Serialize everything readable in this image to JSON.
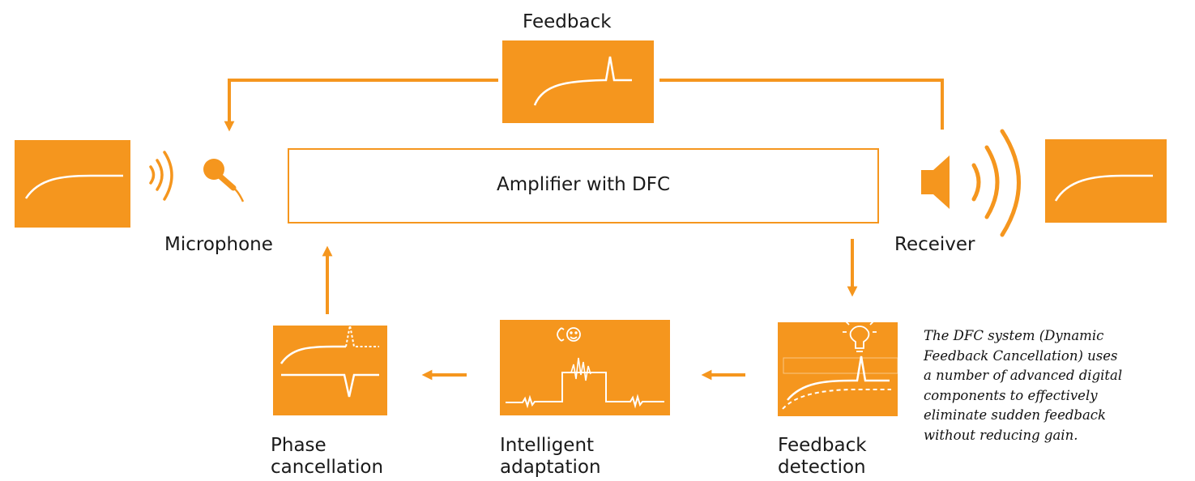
{
  "colors": {
    "accent": "#F5961E",
    "panel_line": "#ffffff",
    "text": "#1a1a1a"
  },
  "labels": {
    "feedback": "Feedback",
    "amplifier": "Amplifier with DFC",
    "microphone": "Microphone",
    "receiver": "Receiver",
    "phase_line1": "Phase",
    "phase_line2": "cancellation",
    "intelligent_line1": "Intelligent",
    "intelligent_line2": "adaptation",
    "detection_line1": "Feedback",
    "detection_line2": "detection"
  },
  "caption": {
    "lines": [
      "The DFC system (Dynamic",
      "Feedback Cancellation) uses",
      "a number of advanced digital",
      "components to effectively",
      "eliminate sudden feedback",
      "without reducing gain."
    ]
  },
  "icons": [
    "microphone-icon",
    "speaker-icon",
    "sound-waves-icon",
    "lightbulb-icon",
    "phone-icon",
    "smiley-icon"
  ]
}
